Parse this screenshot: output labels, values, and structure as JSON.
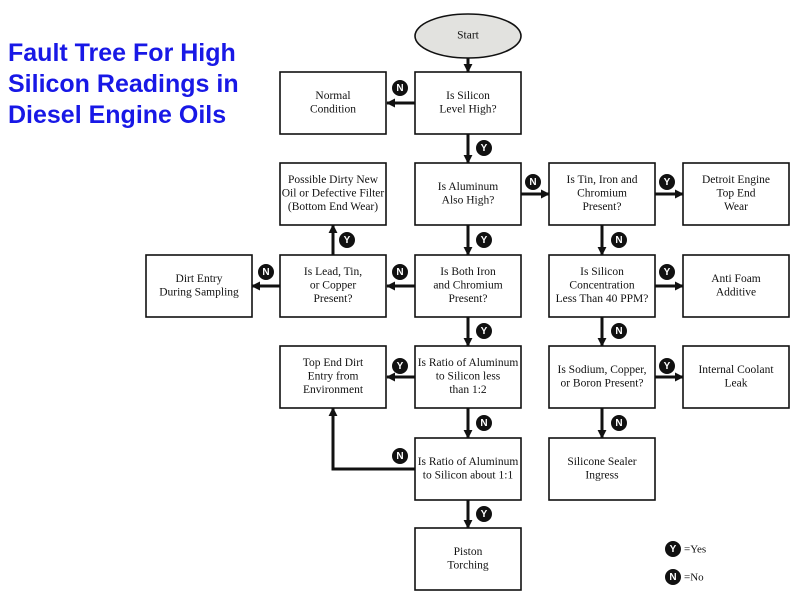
{
  "title": {
    "lines": [
      "Fault Tree For High",
      "Silicon Readings in",
      "Diesel Engine Oils"
    ]
  },
  "nodes": {
    "start": [
      "Start"
    ],
    "normal": [
      "Normal",
      "Condition"
    ],
    "silicon_high": [
      "Is Silicon",
      "Level High?"
    ],
    "aluminum_high": [
      "Is Aluminum",
      "Also High?"
    ],
    "dirty_oil": [
      "Possible Dirty New",
      "Oil or Defective Filter",
      "(Bottom End Wear)"
    ],
    "tin_iron": [
      "Is Tin, Iron and",
      "Chromium",
      "Present?"
    ],
    "detroit": [
      "Detroit Engine",
      "Top End",
      "Wear"
    ],
    "dirt_sampling": [
      "Dirt Entry",
      "During Sampling"
    ],
    "lead_tin": [
      "Is Lead, Tin,",
      "or Copper",
      "Present?"
    ],
    "iron_chromium": [
      "Is Both Iron",
      "and Chromium",
      "Present?"
    ],
    "silicon_conc": [
      "Is Silicon",
      "Concentration",
      "Less Than 40 PPM?"
    ],
    "antifoam": [
      "Anti Foam",
      "Additive"
    ],
    "top_end_dirt": [
      "Top End Dirt",
      "Entry from",
      "Environment"
    ],
    "ratio_half": [
      "Is Ratio of Aluminum",
      "to Silicon less",
      "than 1:2"
    ],
    "sodium": [
      "Is Sodium, Copper,",
      "or Boron Present?"
    ],
    "coolant": [
      "Internal Coolant",
      "Leak"
    ],
    "ratio_one": [
      "Is Ratio of Aluminum",
      "to Silicon about 1:1"
    ],
    "sealer": [
      "Silicone Sealer",
      "Ingress"
    ],
    "piston": [
      "Piston",
      "Torching"
    ]
  },
  "badges": {
    "yes": "Y",
    "no": "N"
  },
  "legend": {
    "yes_label": "=Yes",
    "no_label": "=No"
  }
}
